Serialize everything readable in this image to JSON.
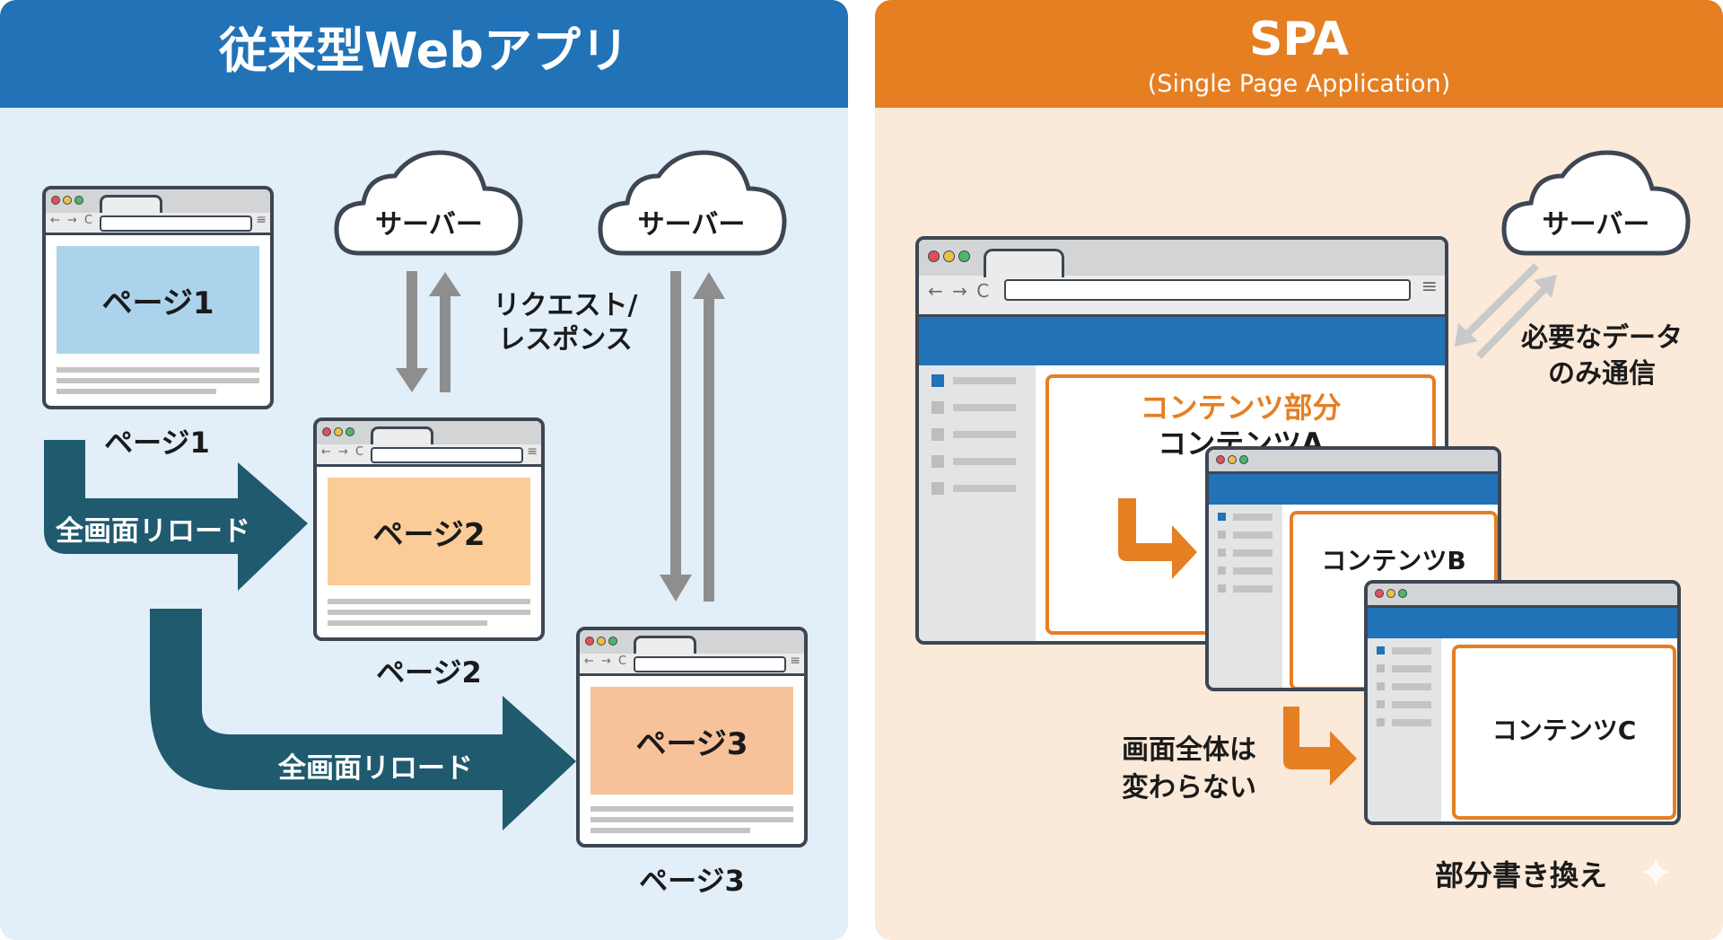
{
  "left": {
    "title": "従来型Webアプリ",
    "header_color": "#2172b6",
    "bg_color": "#e2eef8",
    "pages": [
      {
        "hero": "ページ1",
        "caption": "ページ1",
        "hero_color": "#acd3ec"
      },
      {
        "hero": "ページ2",
        "caption": "ページ2",
        "hero_color": "#fbcb98"
      },
      {
        "hero": "ページ3",
        "caption": "ページ3",
        "hero_color": "#f7c299"
      }
    ],
    "servers": [
      {
        "label": "サーバー"
      },
      {
        "label": "サーバー"
      }
    ],
    "request_label_line1": "リクエスト/",
    "request_label_line2": "レスポンス",
    "reload_arrows": [
      {
        "label": "全画面リロード"
      },
      {
        "label": "全画面リロード"
      }
    ],
    "arrow_color": "#1f5a6e"
  },
  "right": {
    "title": "SPA",
    "subtitle": "(Single Page Application)",
    "header_color": "#e57f22",
    "bg_color": "#fbe9da",
    "server": {
      "label": "サーバー"
    },
    "data_note_line1": "必要なデータ",
    "data_note_line2": "のみ通信",
    "content_area_label": "コンテンツ部分",
    "contents": [
      {
        "label": "コンテンツA"
      },
      {
        "label": "コンテンツB"
      },
      {
        "label": "コンテンツC"
      }
    ],
    "note_line1": "画面全体は",
    "note_line2": "変わらない",
    "bottom_label": "部分書き換え",
    "accent_color": "#e57f22"
  },
  "icons": {
    "nav_arrows": "← → C",
    "menu": "≡"
  }
}
